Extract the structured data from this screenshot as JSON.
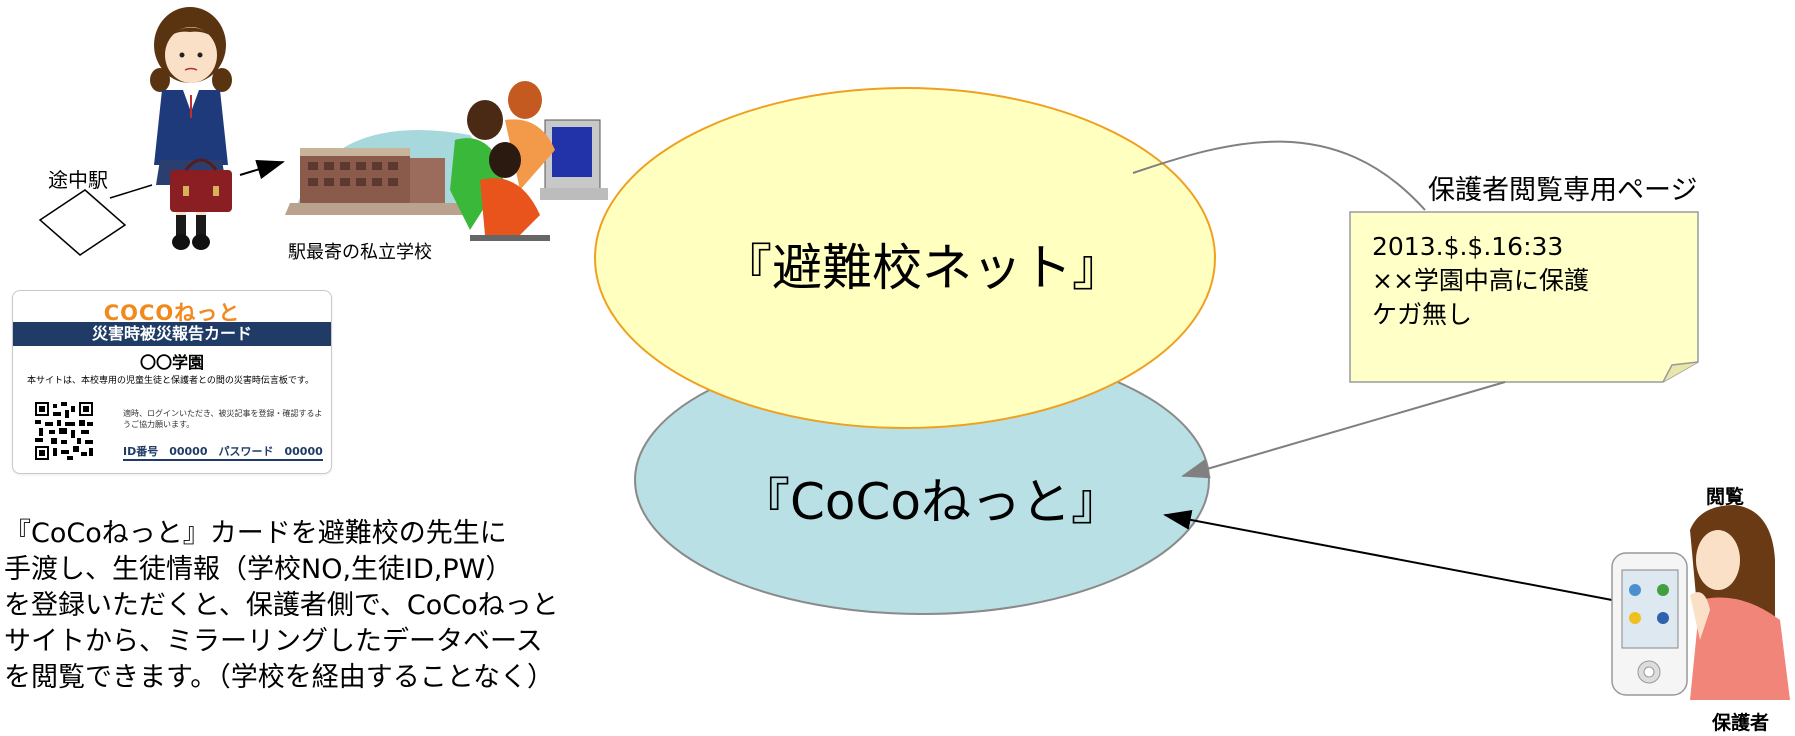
{
  "labels": {
    "station": "途中駅",
    "nearest_school": "駅最寄の私立学校",
    "guardian_page": "保護者閲覧専用ページ",
    "view": "閲覧",
    "guardian": "保護者"
  },
  "ellipses": {
    "hinanko": "『避難校ネット』",
    "coco": "『CoCoねっと』"
  },
  "sticky_note": {
    "line1": "2013.$.$.16:33",
    "line2": "××学園中高に保護",
    "line3": "ケガ無し"
  },
  "card": {
    "logo": "COCOねっと",
    "title": "災害時被災報告カード",
    "school": "〇〇学園",
    "description": "本サイトは、本校専用の児童生徒と保護者との間の災害時伝言板です。",
    "note": "適時、ログインいただき、被災記事を登録・確認するようご協力願います。",
    "ids": "ID番号　00000　パスワード　00000"
  },
  "paragraph": {
    "line1": "『CoCoねっと』カードを避難校の先生に",
    "line2": "手渡し、生徒情報（学校NO,生徒ID,PW）",
    "line3": "を登録いただくと、保護者側で、CoCoねっと",
    "line4": "サイトから、ミラーリングしたデータベース",
    "line5": "を閲覧できます。（学校を経由することなく）"
  },
  "colors": {
    "yellow_ellipse": "#ffffc0",
    "yellow_ellipse_border": "#f0a020",
    "blue_ellipse": "#b9e0e4",
    "blue_ellipse_border": "#888888",
    "sticky": "#ffffc8",
    "card_band": "#1f3b66",
    "logo_orange": "#f08a1c",
    "connector": "#808080"
  }
}
